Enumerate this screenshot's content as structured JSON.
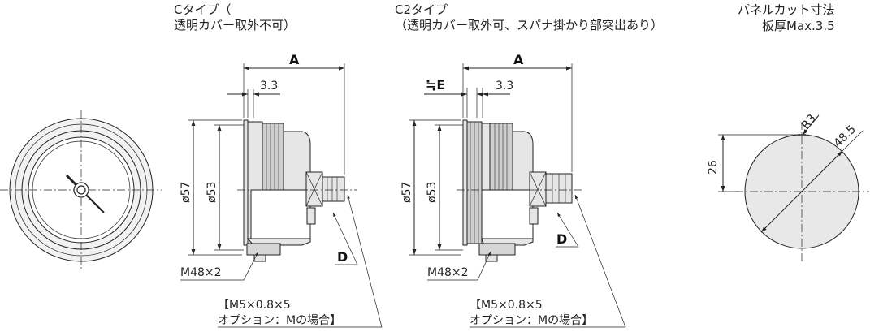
{
  "views": {
    "c_type": {
      "title_line1": "Cタイプ（",
      "title_line2": "透明カバー取外不可）"
    },
    "c2_type": {
      "title_line1": "C2タイプ",
      "title_line2": "（透明カバー取外可、スパナ掛かり部突出あり）"
    },
    "panel_cut": {
      "title_line1": "パネルカット寸法",
      "title_line2": "板厚Max.3.5"
    }
  },
  "dimensions": {
    "a": "A",
    "e": "≒E",
    "d": "D",
    "width_3_3": "3.3",
    "dia_57": "ø57",
    "dia_53": "ø53",
    "thread": "M48×2",
    "option_line1": "【M5×0.8×5",
    "option_line2": "オプション：Mの場合】",
    "r3": "R3",
    "d48_5": "48.5",
    "h26": "26"
  },
  "colors": {
    "line": "#222222",
    "body_fill": "#e6e6e6",
    "panel_fill": "#e8e8e8"
  }
}
